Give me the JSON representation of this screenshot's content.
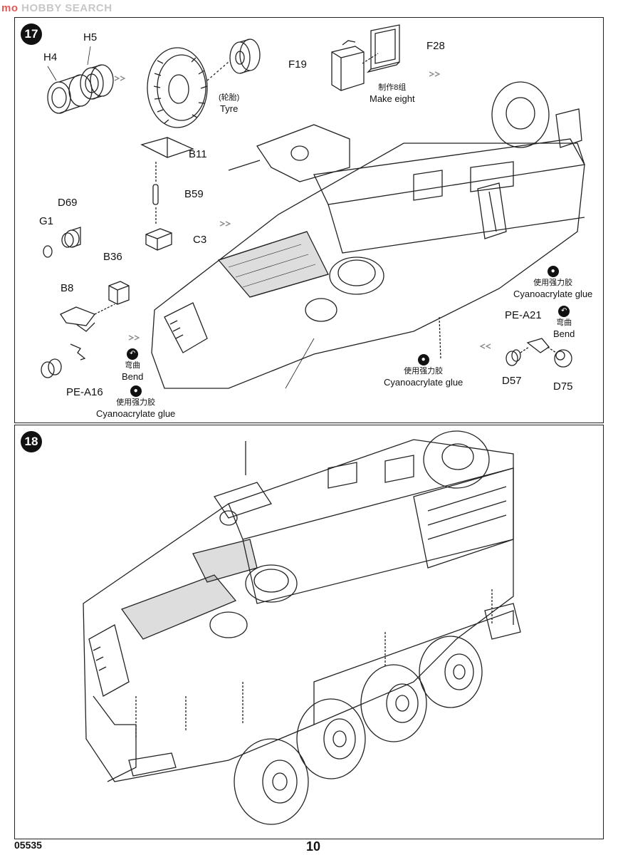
{
  "watermark": {
    "prefix": "mo",
    "text": "HOBBY SEARCH"
  },
  "step17": {
    "number": "17",
    "parts": {
      "h4": "H4",
      "h5": "H5",
      "f19": "F19",
      "f28": "F28",
      "b11": "B11",
      "b59": "B59",
      "c3": "C3",
      "d69": "D69",
      "g1": "G1",
      "b36": "B36",
      "b8": "B8",
      "pe_a16": "PE-A16",
      "pe_a21": "PE-A21",
      "d57": "D57",
      "d75": "D75"
    },
    "tyre_cn": "(轮胎)",
    "tyre_en": "Tyre",
    "make_cn": "制作8组",
    "make_en": "Make eight",
    "bend_cn": "弯曲",
    "bend_en": "Bend",
    "glue_cn": "使用强力胶",
    "glue_en": "Cyanoacrylate glue"
  },
  "step18": {
    "number": "18"
  },
  "footer": {
    "code": "05535",
    "page": "10"
  }
}
